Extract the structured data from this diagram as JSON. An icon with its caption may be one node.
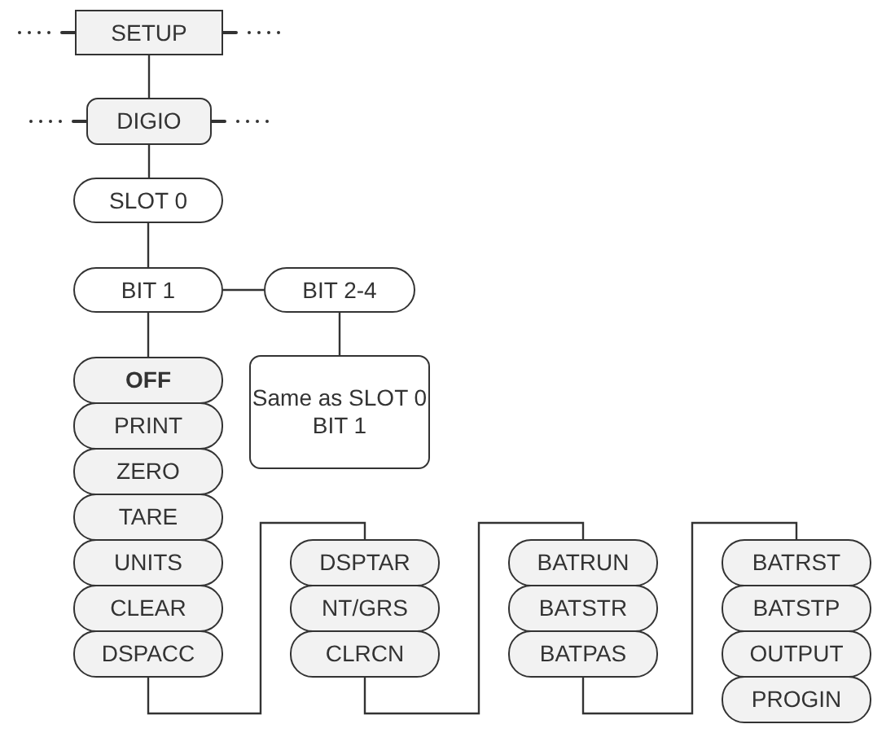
{
  "diagram": {
    "nodes": [
      {
        "text": [
          "SETUP"
        ]
      },
      {
        "text": [
          "DIGIO"
        ]
      },
      {
        "text": [
          "SLOT 0"
        ]
      },
      {
        "text": [
          "BIT 1"
        ]
      },
      {
        "text": [
          "BIT 2-4"
        ]
      },
      {
        "text": [
          "Same as SLOT 0 BIT 1"
        ]
      },
      {
        "text": [
          "OFF"
        ]
      },
      {
        "text": [
          "PRINT"
        ]
      },
      {
        "text": [
          "ZERO"
        ]
      },
      {
        "text": [
          "TARE"
        ]
      },
      {
        "text": [
          "UNITS"
        ]
      },
      {
        "text": [
          "CLEAR"
        ]
      },
      {
        "text": [
          "DSPACC"
        ]
      },
      {
        "text": [
          "DSPTAR"
        ]
      },
      {
        "text": [
          "NT/GRS"
        ]
      },
      {
        "text": [
          "CLRCN"
        ]
      },
      {
        "text": [
          "BATRUN"
        ]
      },
      {
        "text": [
          "BATSTR"
        ]
      },
      {
        "text": [
          "BATPAS"
        ]
      },
      {
        "text": [
          "BATRST"
        ]
      },
      {
        "text": [
          "BATSTP"
        ]
      },
      {
        "text": [
          "OUTPUT"
        ]
      },
      {
        "text": [
          "PROGIN"
        ]
      }
    ],
    "edges": [
      {
        "from": 0,
        "to": null,
        "arrow": "none",
        "style": "dashed"
      },
      {
        "from": 0,
        "to": null,
        "arrow": "none",
        "style": "dashed"
      },
      {
        "from": 0,
        "to": 1,
        "arrow": "none"
      },
      {
        "from": 1,
        "to": null,
        "arrow": "none",
        "style": "dashed"
      },
      {
        "from": 1,
        "to": null,
        "arrow": "none",
        "style": "dashed"
      },
      {
        "from": 1,
        "to": 2,
        "arrow": "none"
      },
      {
        "from": 2,
        "to": 3,
        "arrow": "none"
      },
      {
        "from": 3,
        "to": 4,
        "arrow": "none"
      },
      {
        "from": 4,
        "to": 5,
        "arrow": "none"
      },
      {
        "from": 3,
        "to": 6,
        "arrow": "none"
      },
      {
        "from": 12,
        "to": 13,
        "arrow": "none"
      },
      {
        "from": 15,
        "to": 16,
        "arrow": "none"
      },
      {
        "from": 18,
        "to": 19,
        "arrow": "none"
      }
    ]
  }
}
